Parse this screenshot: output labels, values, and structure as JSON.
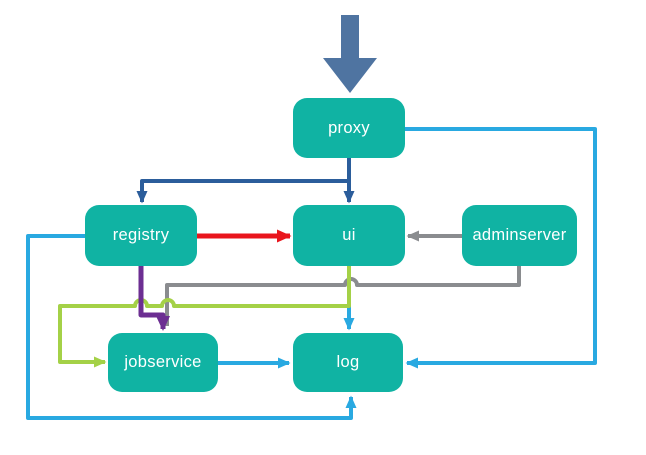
{
  "diagram": {
    "nodes": [
      {
        "id": "proxy",
        "label": "proxy"
      },
      {
        "id": "registry",
        "label": "registry"
      },
      {
        "id": "ui",
        "label": "ui"
      },
      {
        "id": "adminserver",
        "label": "adminserver"
      },
      {
        "id": "jobservice",
        "label": "jobservice"
      },
      {
        "id": "log",
        "label": "log"
      }
    ],
    "edges": [
      {
        "from": "external-traffic",
        "to": "proxy",
        "color_name": "slate",
        "style": "block-arrow"
      },
      {
        "from": "proxy",
        "to": "registry",
        "color_name": "darkblue"
      },
      {
        "from": "proxy",
        "to": "ui",
        "color_name": "darkblue"
      },
      {
        "from": "registry",
        "to": "ui",
        "color_name": "red"
      },
      {
        "from": "adminserver",
        "to": "ui",
        "color_name": "gray"
      },
      {
        "from": "adminserver",
        "to": "jobservice",
        "color_name": "gray"
      },
      {
        "from": "registry",
        "to": "jobservice",
        "color_name": "purple"
      },
      {
        "from": "ui",
        "to": "jobservice",
        "color_name": "green"
      },
      {
        "from": "ui",
        "to": "log",
        "color_name": "blue"
      },
      {
        "from": "jobservice",
        "to": "log",
        "color_name": "blue"
      },
      {
        "from": "proxy",
        "to": "log",
        "color_name": "blue"
      },
      {
        "from": "registry",
        "to": "log",
        "color_name": "blue"
      }
    ],
    "colors": {
      "node_fill": "#10b3a3",
      "node_text": "#ffffff",
      "slate": "#4f74a1",
      "darkblue": "#2b5d9b",
      "red": "#e9151d",
      "gray": "#8a8c8f",
      "purple": "#6c2e92",
      "green": "#a4d147",
      "blue": "#29a9e1",
      "background": "#ffffff"
    }
  }
}
